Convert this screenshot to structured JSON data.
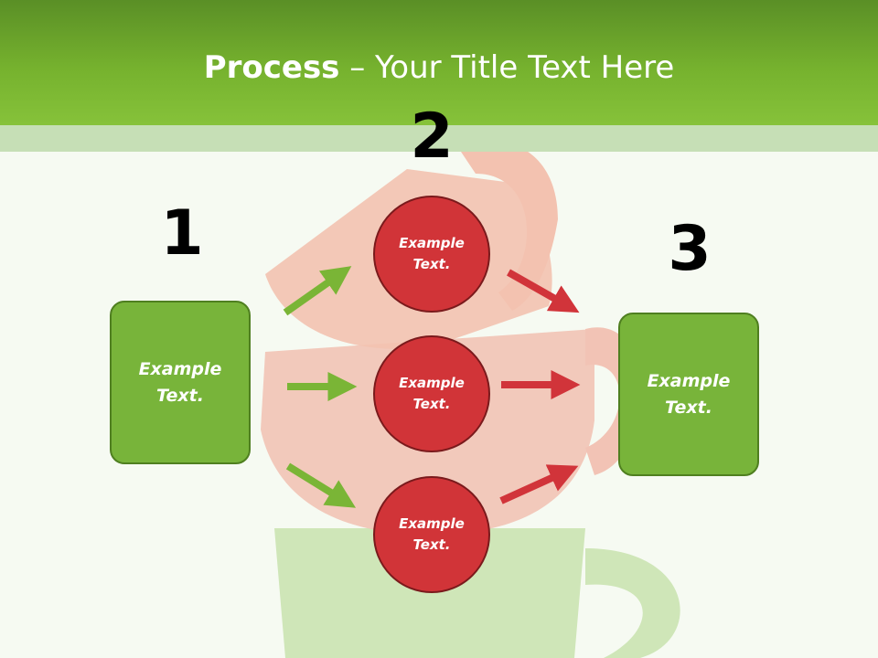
{
  "header": {
    "title_bold": "Process",
    "title_rest": " – Your Title Text Here"
  },
  "steps": [
    {
      "number": "1",
      "text": "Example Text."
    },
    {
      "number": "2",
      "items": [
        "Example Text.",
        "Example Text.",
        "Example Text."
      ]
    },
    {
      "number": "3",
      "text": "Example Text."
    }
  ],
  "colors": {
    "header_green": "#76b22e",
    "box_green": "#78b43a",
    "circle_red": "#d13438",
    "arrow_green": "#7ab536",
    "arrow_red": "#d1343a"
  }
}
